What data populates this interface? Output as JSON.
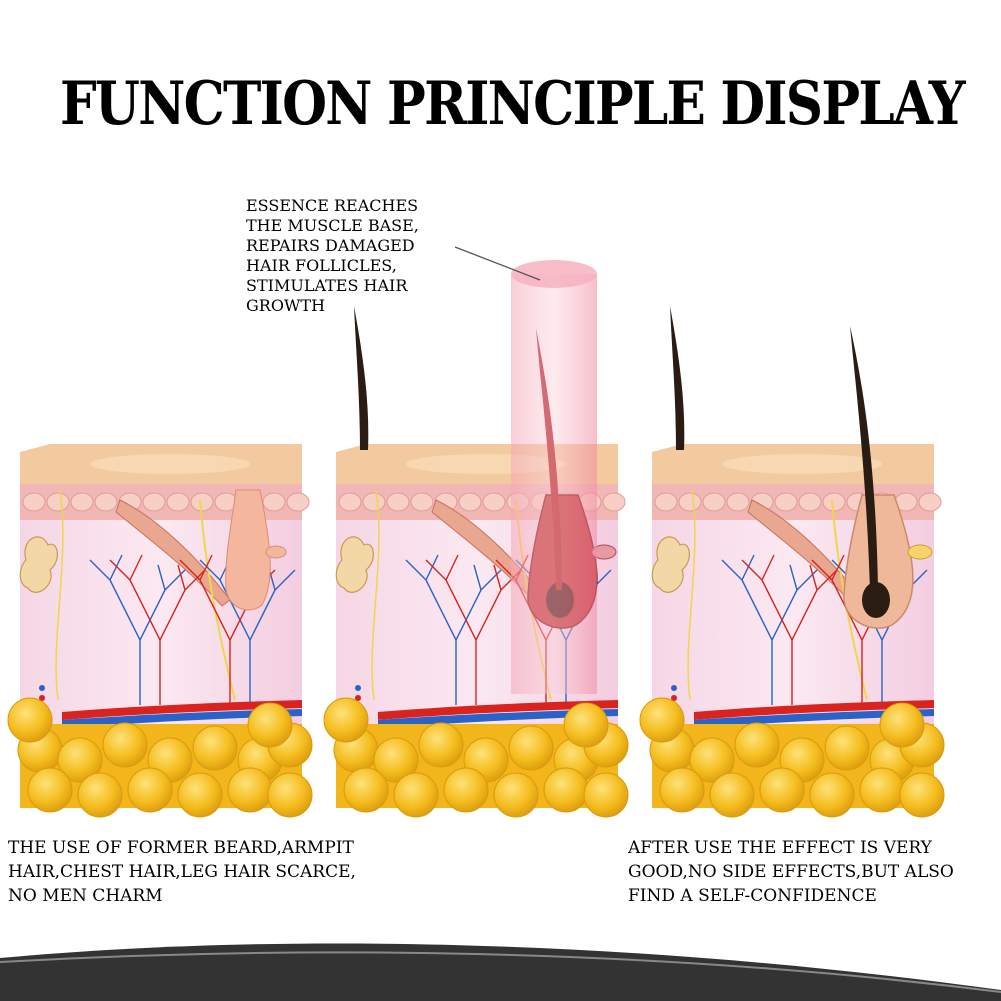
{
  "title": "FUNCTION PRINCIPLE DISPLAY",
  "callout": {
    "lines": [
      "ESSENCE REACHES",
      "THE MUSCLE BASE,",
      "REPAIRS DAMAGED",
      "HAIR FOLLICLES,",
      "STIMULATES HAIR",
      "GROWTH"
    ]
  },
  "captions": {
    "before": [
      "THE USE OF FORMER BEARD,ARMPIT",
      "HAIR,CHEST HAIR,LEG HAIR SCARCE,",
      "NO MEN CHARM"
    ],
    "after": [
      "AFTER USE THE EFFECT IS VERY",
      "GOOD,NO SIDE EFFECTS,BUT ALSO",
      "FIND A SELF-CONFIDENCE"
    ]
  },
  "colors": {
    "fat": "#f2b51b",
    "skin_top": "#f3c9a0",
    "dermis": "#f6dbe8",
    "artery": "#d9231f",
    "vein": "#2b62c7",
    "beam": "#f08aa0",
    "hair": "#2a1c12"
  },
  "panels": [
    {
      "stage": "before",
      "follicle": "empty"
    },
    {
      "stage": "treatment",
      "follicle": "stimulated"
    },
    {
      "stage": "after",
      "follicle": "full"
    }
  ]
}
